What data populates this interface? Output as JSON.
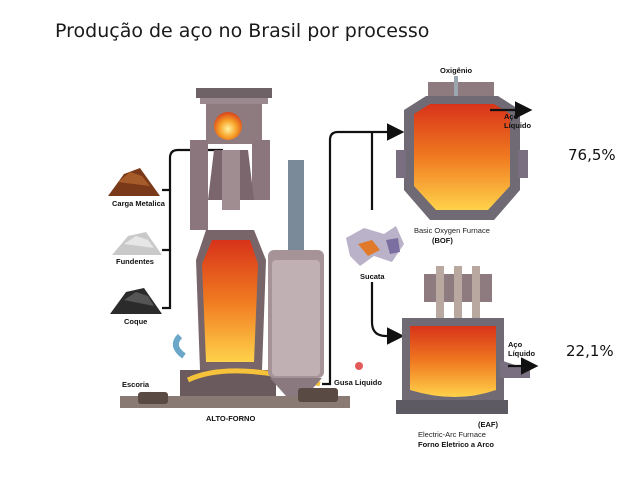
{
  "title": "Produção de aço no Brasil por processo",
  "inputs": {
    "carga": "Carga Metalica",
    "fundentes": "Fundentes",
    "coque": "Coque"
  },
  "furnace": {
    "escoria": "Escoria",
    "name": "ALTO-FORNO",
    "gusa": "Gusa Liquido"
  },
  "bof": {
    "oxigenio": "Oxigênio",
    "aco_liquido": "Aço Líquido",
    "name": "Basic Oxygen Furnace",
    "abbr": "(BOF)",
    "share": "76,5%"
  },
  "sucata": "Sucata",
  "eaf": {
    "aco_liquido": "Aço Líquido",
    "abbr": "(EAF)",
    "name": "Electric-Arc Furnace",
    "name_pt": "Forno Eletrico a Arco",
    "share": "22,1%"
  },
  "colors": {
    "molten": "#f5a623",
    "hot": "#e8501a",
    "steel": "#8d7b80",
    "arrow": "#111111"
  }
}
